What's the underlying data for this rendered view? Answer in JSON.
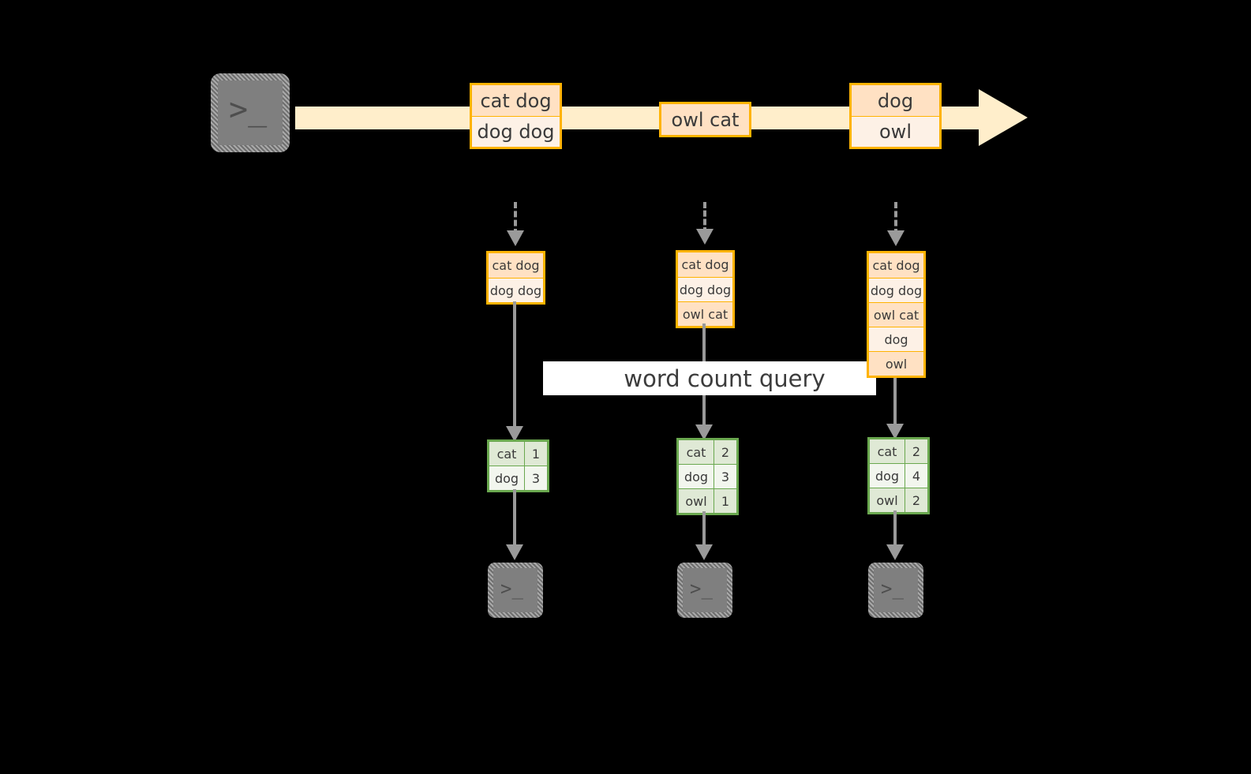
{
  "diagram": {
    "title": "word count query stream diagram",
    "label_band": {
      "text": "word count query"
    },
    "colors": {
      "stream_fill": "#ffeecb",
      "record_border": "#ffb300",
      "record_peach": "#ffe1c3",
      "record_cream": "#fdf1e6",
      "table_border": "#6aa84f",
      "table_shade": "#dfe9d5",
      "table_light": "#f2f6ee",
      "arrow_grey": "#9a9a9a",
      "terminal_grey": "#7f7f7f",
      "background": "#000000"
    },
    "source": {
      "icon": "terminal-icon",
      "glyph": ">_"
    },
    "stream": {
      "icon": "stream-arrow-icon",
      "records": [
        {
          "name": "stream-record-1",
          "lines": [
            "cat dog",
            "dog dog"
          ]
        },
        {
          "name": "stream-record-2",
          "lines": [
            "owl cat"
          ]
        },
        {
          "name": "stream-record-3",
          "lines": [
            "dog",
            "owl"
          ]
        }
      ]
    },
    "snapshots": [
      {
        "name": "snapshot-1",
        "lines": [
          "cat dog",
          "dog dog"
        ],
        "result": {
          "rows": [
            {
              "word": "cat",
              "count": "1"
            },
            {
              "word": "dog",
              "count": "3"
            }
          ]
        },
        "sink": {
          "icon": "terminal-icon",
          "glyph": ">_"
        }
      },
      {
        "name": "snapshot-2",
        "lines": [
          "cat dog",
          "dog dog",
          "owl cat"
        ],
        "result": {
          "rows": [
            {
              "word": "cat",
              "count": "2"
            },
            {
              "word": "dog",
              "count": "3"
            },
            {
              "word": "owl",
              "count": "1"
            }
          ]
        },
        "sink": {
          "icon": "terminal-icon",
          "glyph": ">_"
        }
      },
      {
        "name": "snapshot-3",
        "lines": [
          "cat dog",
          "dog dog",
          "owl cat",
          "dog",
          "owl"
        ],
        "result": {
          "rows": [
            {
              "word": "cat",
              "count": "2"
            },
            {
              "word": "dog",
              "count": "4"
            },
            {
              "word": "owl",
              "count": "2"
            }
          ]
        },
        "sink": {
          "icon": "terminal-icon",
          "glyph": ">_"
        }
      }
    ]
  }
}
